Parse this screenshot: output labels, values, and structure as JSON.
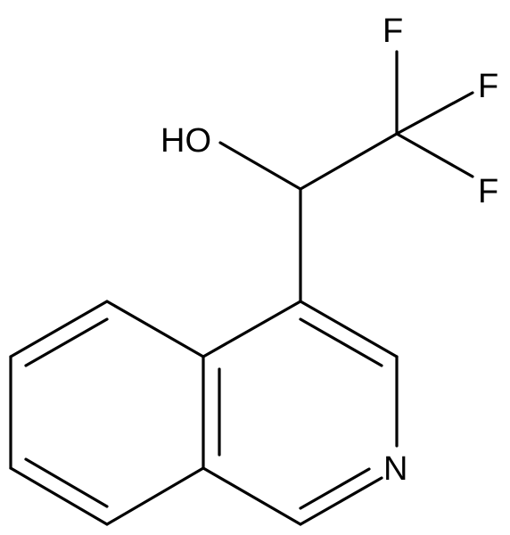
{
  "molecule": {
    "atoms": {
      "hydroxyl": "HO",
      "fluorine_top": "F",
      "fluorine_right": "F",
      "fluorine_bottom": "F",
      "nitrogen": "N"
    },
    "line_color": "#000000",
    "background_color": "#ffffff"
  }
}
